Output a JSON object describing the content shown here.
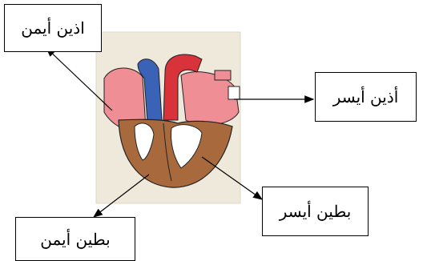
{
  "labels": {
    "right_atrium": "اذين أيمن",
    "left_atrium": "أذين أيسر",
    "left_ventricle": "بطين أيسر",
    "right_ventricle": "بطين أيمن"
  },
  "colors": {
    "background_paper": "#efe9dc",
    "ventricle_brown": "#a86a3c",
    "atrium_pink": "#ef8f95",
    "aorta_red": "#d8323a",
    "vein_blue": "#3a63b8",
    "outline": "#000000"
  }
}
